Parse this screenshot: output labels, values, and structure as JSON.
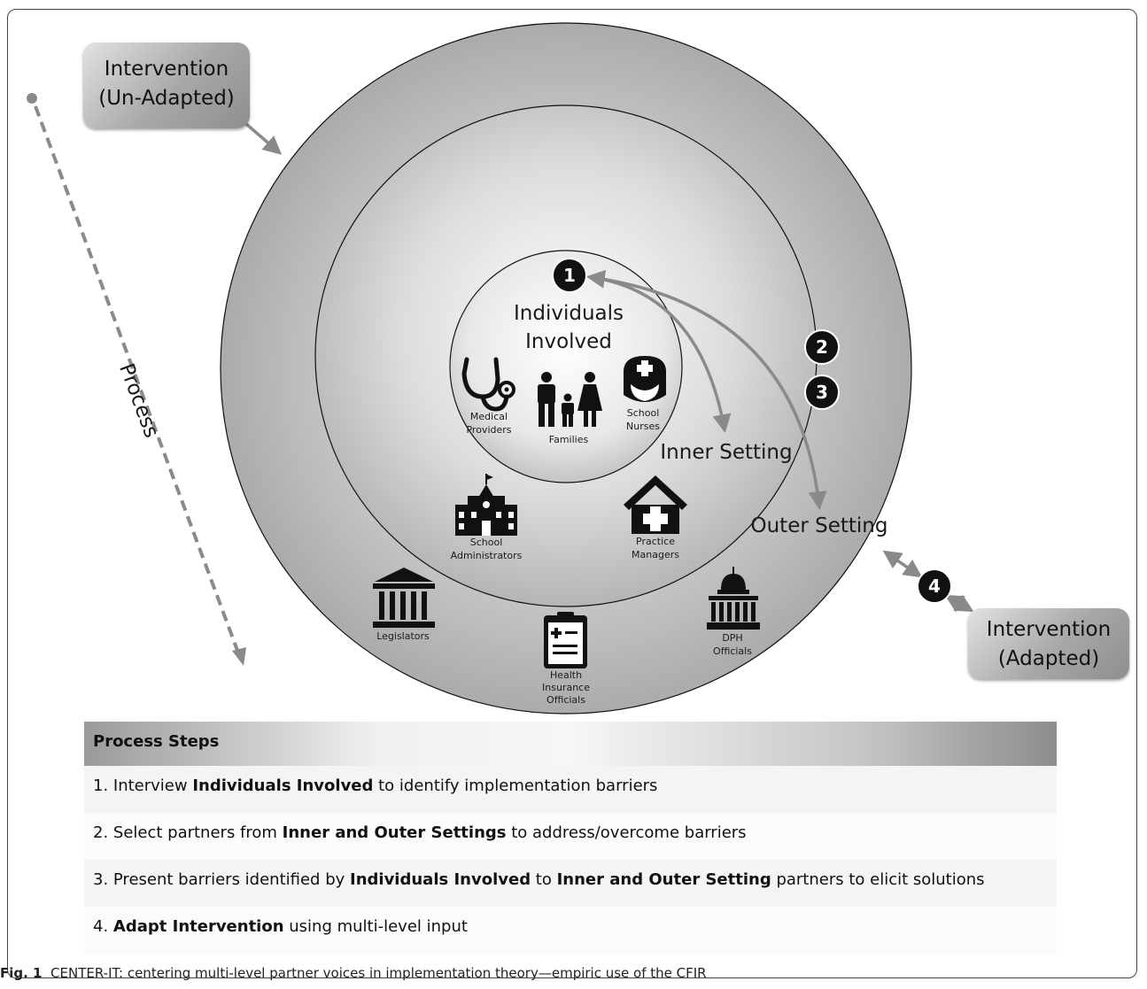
{
  "boxes": {
    "unadapted": [
      "Intervention",
      "(Un-Adapted)"
    ],
    "adapted": [
      "Intervention",
      "(Adapted)"
    ]
  },
  "process_label": "Process",
  "circles": {
    "inner_title": [
      "Individuals",
      "Involved"
    ],
    "inner_setting": "Inner Setting",
    "outer_setting": "Outer Setting"
  },
  "markers": [
    "1",
    "2",
    "3",
    "4"
  ],
  "actors": {
    "medical_providers": [
      "Medical",
      "Providers"
    ],
    "families": [
      "Families"
    ],
    "school_nurses": [
      "School",
      "Nurses"
    ],
    "school_administrators": [
      "School",
      "Administrators"
    ],
    "practice_managers": [
      "Practice",
      "Managers"
    ],
    "legislators": [
      "Legislators"
    ],
    "health_insurance_officials": [
      "Health",
      "Insurance",
      "Officials"
    ],
    "dph_officials": [
      "DPH",
      "Officials"
    ]
  },
  "process_steps": {
    "header": "Process Steps",
    "steps": [
      [
        {
          "t": "1. Interview ",
          "b": false
        },
        {
          "t": "Individuals Involved",
          "b": true
        },
        {
          "t": " to identify implementation barriers",
          "b": false
        }
      ],
      [
        {
          "t": "2. Select partners from ",
          "b": false
        },
        {
          "t": "Inner and Outer Settings",
          "b": true
        },
        {
          "t": " to address/overcome barriers",
          "b": false
        }
      ],
      [
        {
          "t": "3. Present barriers identified by ",
          "b": false
        },
        {
          "t": "Individuals Involved",
          "b": true
        },
        {
          "t": " to ",
          "b": false
        },
        {
          "t": "Inner and Outer Setting",
          "b": true
        },
        {
          "t": " partners to elicit solutions",
          "b": false
        }
      ],
      [
        {
          "t": "4. ",
          "b": false
        },
        {
          "t": "Adapt Intervention",
          "b": true
        },
        {
          "t": " using multi-level input",
          "b": false
        }
      ]
    ]
  },
  "caption": {
    "label": "Fig. 1",
    "text": "CENTER-IT: centering multi-level partner voices in implementation theory—empiric use of the CFIR"
  }
}
